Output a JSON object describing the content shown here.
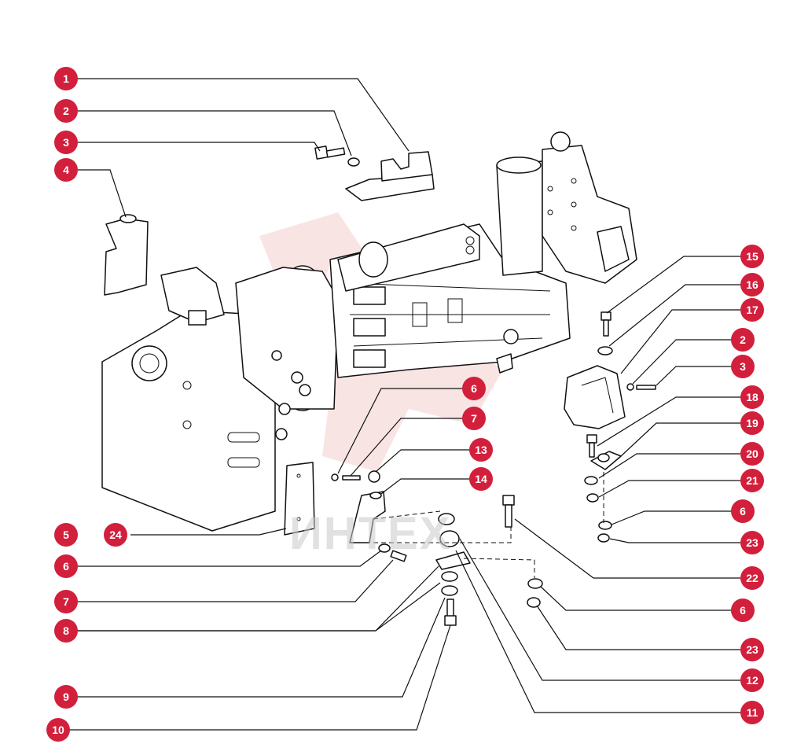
{
  "watermark": {
    "text": "ИНТЕХ"
  },
  "colors": {
    "badge": "#d21f3c",
    "line": "#111111",
    "watermark_logo": "#f2c4c4",
    "watermark_text": "#c9c9c9"
  },
  "callouts": [
    {
      "id": "c1",
      "label": "1"
    },
    {
      "id": "c2",
      "label": "2"
    },
    {
      "id": "c3",
      "label": "3"
    },
    {
      "id": "c4",
      "label": "4"
    },
    {
      "id": "c5",
      "label": "5"
    },
    {
      "id": "c24",
      "label": "24"
    },
    {
      "id": "c6a",
      "label": "6"
    },
    {
      "id": "c7a",
      "label": "7"
    },
    {
      "id": "c8",
      "label": "8"
    },
    {
      "id": "c9",
      "label": "9"
    },
    {
      "id": "c10",
      "label": "10"
    },
    {
      "id": "c6b",
      "label": "6"
    },
    {
      "id": "c7b",
      "label": "7"
    },
    {
      "id": "c13",
      "label": "13"
    },
    {
      "id": "c14",
      "label": "14"
    },
    {
      "id": "c15",
      "label": "15"
    },
    {
      "id": "c16",
      "label": "16"
    },
    {
      "id": "c17",
      "label": "17"
    },
    {
      "id": "c2b",
      "label": "2"
    },
    {
      "id": "c3b",
      "label": "3"
    },
    {
      "id": "c18",
      "label": "18"
    },
    {
      "id": "c19",
      "label": "19"
    },
    {
      "id": "c20",
      "label": "20"
    },
    {
      "id": "c21",
      "label": "21"
    },
    {
      "id": "c6c",
      "label": "6"
    },
    {
      "id": "c23a",
      "label": "23"
    },
    {
      "id": "c22",
      "label": "22"
    },
    {
      "id": "c6d",
      "label": "6"
    },
    {
      "id": "c23b",
      "label": "23"
    },
    {
      "id": "c12",
      "label": "12"
    },
    {
      "id": "c11",
      "label": "11"
    }
  ]
}
